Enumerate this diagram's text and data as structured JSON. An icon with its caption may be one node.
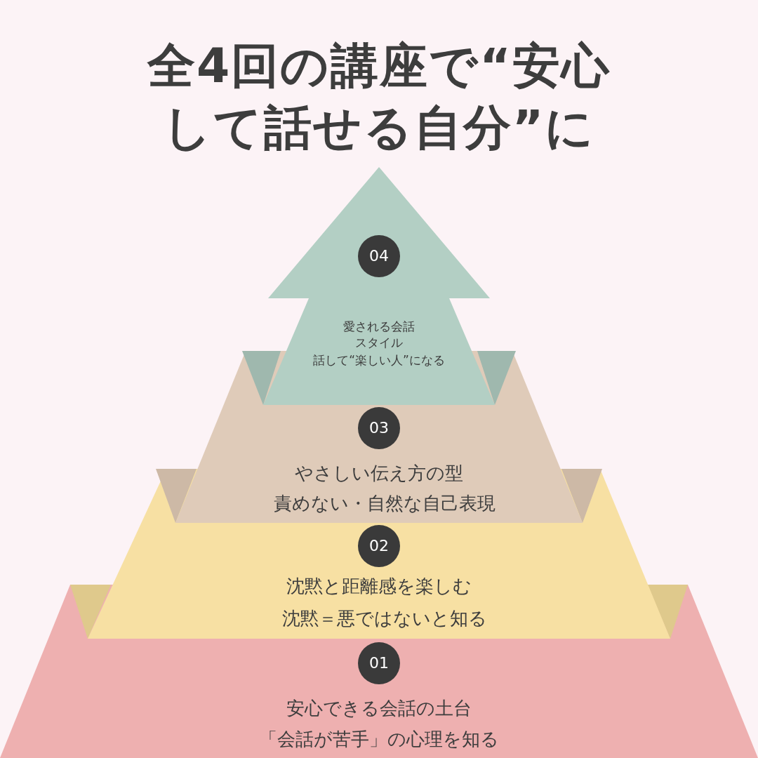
{
  "diagram": {
    "title": "全4回の講座で“安心して話せる自分”に",
    "nodes": [
      {
        "text": [
          "愛される会話スタイル",
          "話して“楽しい人”になる"
        ]
      },
      {
        "text": [
          "04"
        ],
        "in": 0
      },
      {
        "text": [
          "やさしい伝え方の型",
          "責めない・自然な自己表現"
        ]
      },
      {
        "text": [
          "03"
        ],
        "in": 2
      },
      {
        "text": [
          "沈黙と距離感を楽しむ",
          "沈黙＝悪ではないと知る"
        ]
      },
      {
        "text": [
          "02"
        ],
        "in": 4
      },
      {
        "text": [
          "安心できる会話の土台",
          "「会話が苦手」の心理を知る"
        ]
      },
      {
        "text": [
          "01"
        ],
        "in": 6
      }
    ],
    "edges": []
  }
}
